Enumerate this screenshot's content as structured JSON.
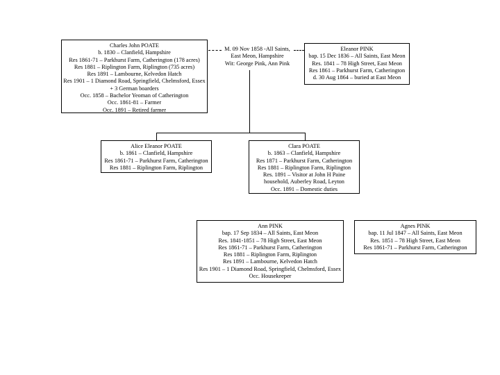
{
  "diagram": {
    "title": "Poate family tree chart",
    "colors": {
      "background": "#ffffff",
      "border": "#000000",
      "text": "#000000",
      "connector": "#000000"
    },
    "people": {
      "charles": {
        "lines": [
          "Charles John POATE",
          "b. 1830 – Clanfield, Hampshire",
          "Res 1861-71 – Parkhurst Farm, Catherington (178 acres)",
          "Res 1881 – Riplington Farm, Riplington (735 acres)",
          "Res 1891 – Lambourne, Kelvedon Hatch",
          "Res 1901 – 1 Diamond Road, Springfield, Chelmsford, Essex",
          "+ 3 German boarders",
          "Occ. 1858 – Bachelor Yeoman of Catherington",
          "Occ. 1861-81 – Farmer",
          "Occ. 1891 – Retired farmer"
        ]
      },
      "eleanor": {
        "lines": [
          "Eleanor PINK",
          "bap. 15 Dec 1836 – All Saints, East Meon",
          "Res. 1841 – 78 High Street, East Meon",
          "Res 1861 – Parkhurst Farm, Catherington",
          "d. 30 Aug 1864 – buried at East Meon"
        ]
      },
      "alice": {
        "lines": [
          "Alice Eleanor POATE",
          "b. 1861 – Clanfield, Hampshire",
          "Res 1861-71 – Parkhurst Farm, Catherington",
          "Res 1881 – Riplington Farm, Riplington"
        ]
      },
      "clara": {
        "lines": [
          "Clara POATE",
          "b. 1863 – Clanfield, Hampshire",
          "Res 1871 – Parkhurst Farm, Catherington",
          "Res 1881 – Riplington Farm, Riplington",
          "Res. 1891 – Visitor at John H Paine",
          "household, Auberley Road, Leyton",
          "Occ. 1891 – Domestic duties"
        ]
      },
      "ann": {
        "lines": [
          "Ann PINK",
          "bap. 17 Sep 1834 – All Saints, East Meon",
          "Res. 1841-1851 – 78 High Street, East Meon",
          "Res 1861-71 – Parkhurst Farm, Catherington",
          "Res 1881 – Riplington Farm, Riplington",
          "Res 1891 – Lambourne, Kelvedon Hatch",
          "Res 1901 – 1 Diamond Road, Springfield, Chelmsford, Essex",
          "Occ. Housekeeper"
        ]
      },
      "agnes": {
        "lines": [
          "Agnes PINK",
          "bap. 11 Jul 1847 – All Saints, East Meon",
          "Res. 1851 – 78 High Street, East Meon",
          "Res 1861-71 – Parkhurst Farm, Catherington"
        ]
      }
    },
    "marriage": {
      "lines": [
        "M. 09 Nov 1858 -All Saints,",
        "East Meon, Hampshire",
        "Wit: George Pink, Ann Pink"
      ]
    }
  }
}
